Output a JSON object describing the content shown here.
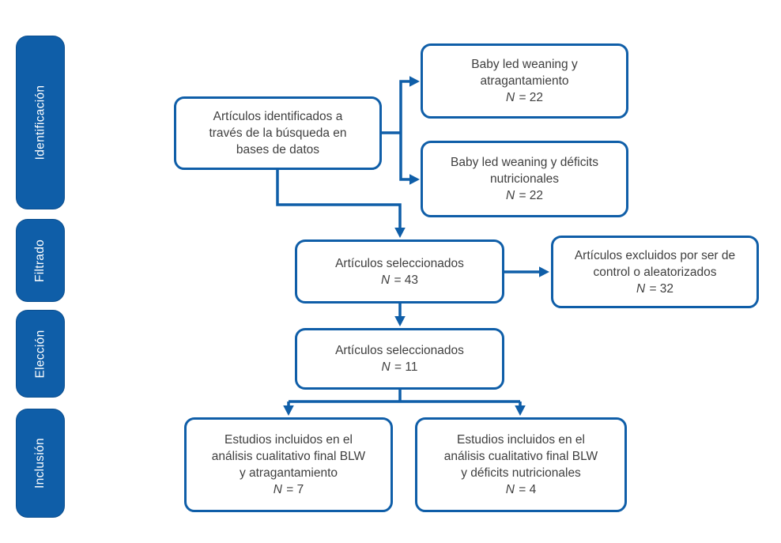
{
  "colors": {
    "accent": "#0F5EA8",
    "accent_dark": "#0B4E8E",
    "text": "#3F3F3F",
    "stage_text": "#FFFFFF"
  },
  "sidebar": {
    "stages": [
      {
        "id": "identificacion",
        "label": "Identificación"
      },
      {
        "id": "filtrado",
        "label": "Filtrado"
      },
      {
        "id": "eleccion",
        "label": "Elección"
      },
      {
        "id": "inclusion",
        "label": "Inclusión"
      }
    ]
  },
  "flow": {
    "boxes": {
      "identified": {
        "lines": [
          "Artículos identificados a",
          "través de la búsqueda en",
          "bases de datos"
        ]
      },
      "blw_choking": {
        "lines": [
          "Baby led weaning y",
          "atragantamiento"
        ],
        "n_symbol": "N",
        "n_value": " = 22"
      },
      "blw_deficits": {
        "lines": [
          "Baby led weaning y déficits",
          "nutricionales"
        ],
        "n_symbol": "N",
        "n_value": " = 22"
      },
      "selected_43": {
        "lines": [
          "Artículos seleccionados"
        ],
        "n_symbol": "N",
        "n_value": " = 43"
      },
      "excluded_32": {
        "lines": [
          "Artículos excluidos por ser de",
          "control o aleatorizados"
        ],
        "n_symbol": "N",
        "n_value": " = 32"
      },
      "selected_11": {
        "lines": [
          "Artículos seleccionados"
        ],
        "n_symbol": "N",
        "n_value": " = 11"
      },
      "included_choking": {
        "lines": [
          "Estudios incluidos en el",
          "análisis cualitativo final BLW",
          "y atragantamiento"
        ],
        "n_symbol": "N",
        "n_value": " = 7"
      },
      "included_deficits": {
        "lines": [
          "Estudios incluidos en el",
          "análisis cualitativo final BLW",
          "y déficits nutricionales"
        ],
        "n_symbol": "N",
        "n_value": " = 4"
      }
    }
  }
}
